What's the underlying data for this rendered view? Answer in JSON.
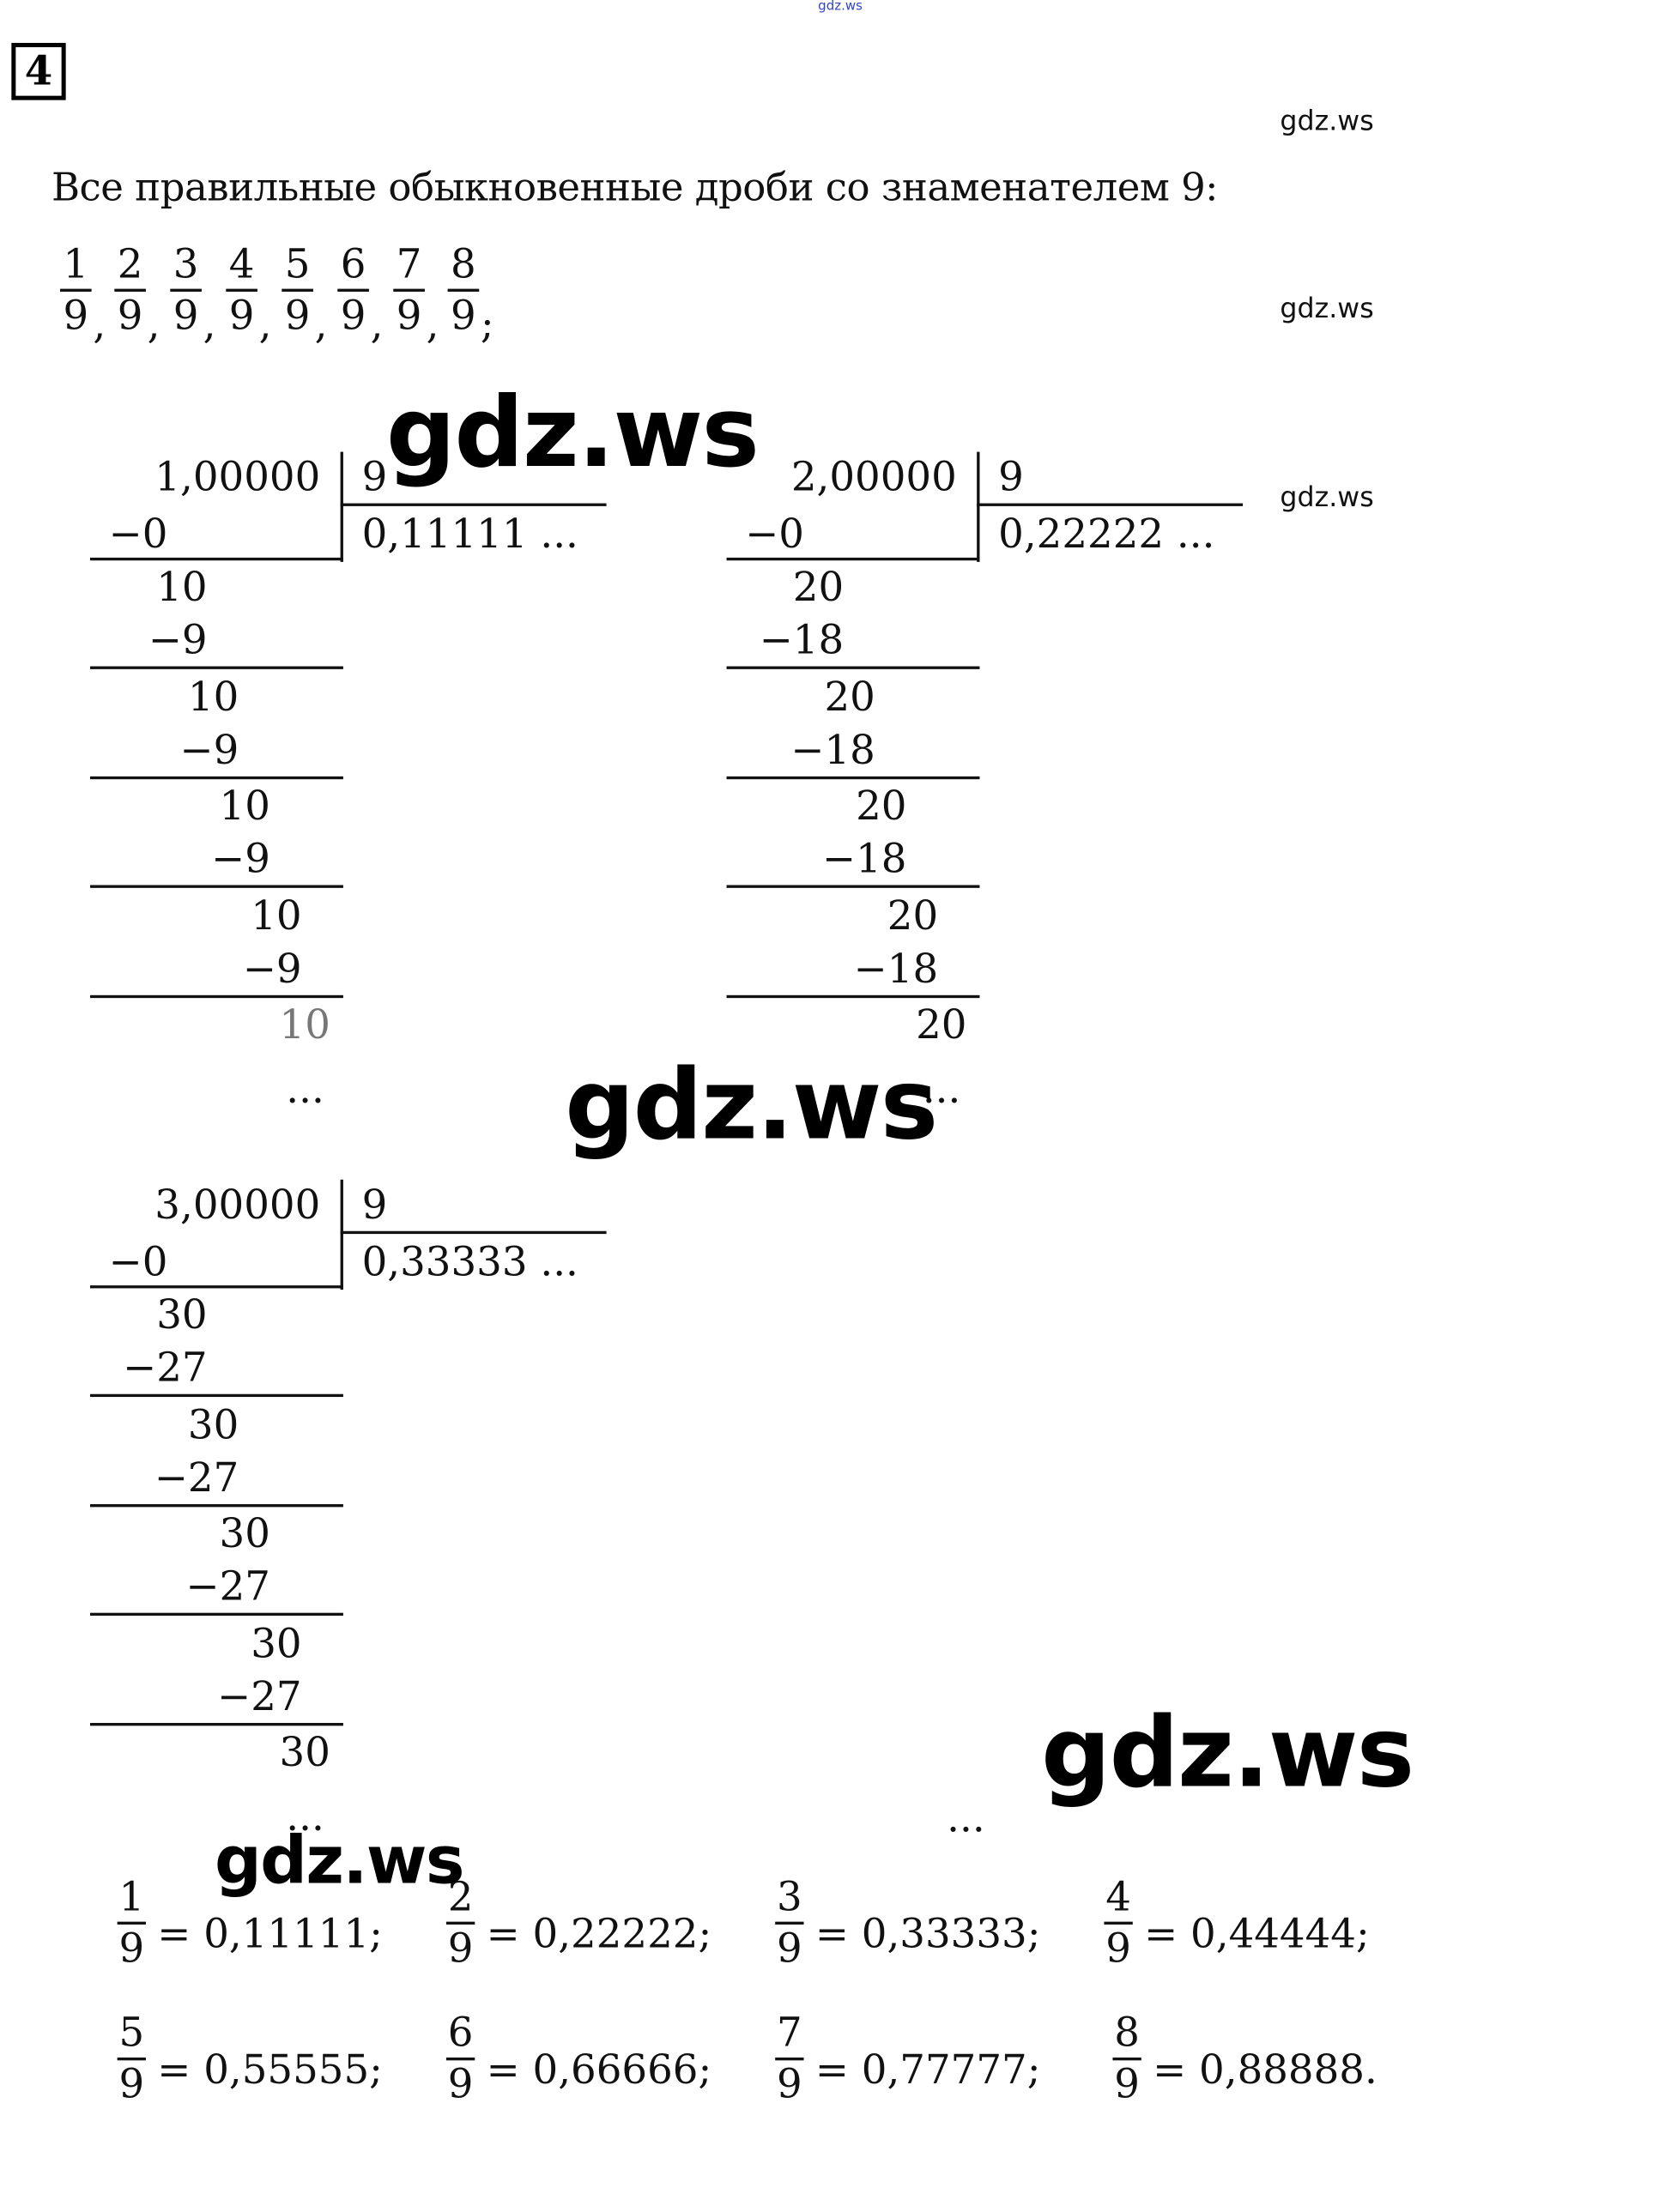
{
  "watermarks": {
    "top": "gdz.ws",
    "small": "gdz.ws",
    "big": "gdz.ws"
  },
  "task_number": "4",
  "statement": "Все правильные обыкновенные дроби со знаменателем 9:",
  "fractions_list": {
    "numerators": [
      "1",
      "2",
      "3",
      "4",
      "5",
      "6",
      "7",
      "8"
    ],
    "denominator": "9",
    "separator": ",",
    "terminator": ";"
  },
  "divisions": [
    {
      "dividend": "1,00000",
      "divisor": "9",
      "quotient": "0,11111 ...",
      "first_sub": "−0",
      "steps": [
        {
          "rem": "10",
          "sub": "−9"
        },
        {
          "rem": "10",
          "sub": "−9"
        },
        {
          "rem": "10",
          "sub": "−9"
        },
        {
          "rem": "10",
          "sub": "−9"
        }
      ],
      "last": "10",
      "ellipsis": "..."
    },
    {
      "dividend": "2,00000",
      "divisor": "9",
      "quotient": "0,22222 ...",
      "first_sub": "−0",
      "steps": [
        {
          "rem": "20",
          "sub": "−18"
        },
        {
          "rem": "20",
          "sub": "−18"
        },
        {
          "rem": "20",
          "sub": "−18"
        },
        {
          "rem": "20",
          "sub": "−18"
        }
      ],
      "last": "20",
      "ellipsis": "..."
    },
    {
      "dividend": "3,00000",
      "divisor": "9",
      "quotient": "0,33333 ...",
      "first_sub": "−0",
      "steps": [
        {
          "rem": "30",
          "sub": "−27"
        },
        {
          "rem": "30",
          "sub": "−27"
        },
        {
          "rem": "30",
          "sub": "−27"
        },
        {
          "rem": "30",
          "sub": "−27"
        }
      ],
      "last": "30",
      "ellipsis": "..."
    }
  ],
  "extra_ellipsis": "...",
  "results": [
    {
      "num": "1",
      "den": "9",
      "value": "= 0,11111;"
    },
    {
      "num": "2",
      "den": "9",
      "value": "= 0,22222;"
    },
    {
      "num": "3",
      "den": "9",
      "value": "= 0,33333;"
    },
    {
      "num": "4",
      "den": "9",
      "value": "= 0,44444;"
    },
    {
      "num": "5",
      "den": "9",
      "value": "= 0,55555;"
    },
    {
      "num": "6",
      "den": "9",
      "value": "= 0,66666;"
    },
    {
      "num": "7",
      "den": "9",
      "value": "= 0,77777;"
    },
    {
      "num": "8",
      "den": "9",
      "value": "= 0,88888."
    }
  ]
}
